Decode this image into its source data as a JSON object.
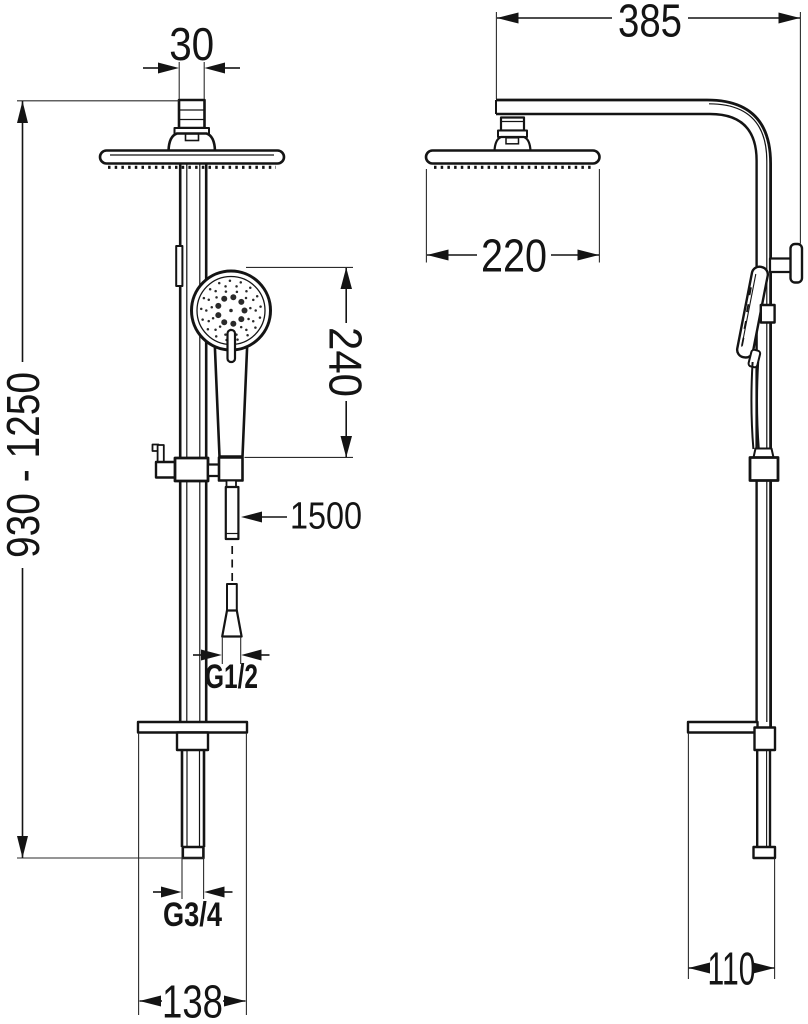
{
  "diagram": {
    "title": "shower-column-dimension-drawing",
    "front_view": {
      "dims": {
        "top_width": "30",
        "height_range": "930 - 1250",
        "hand_shower_length": "240",
        "hose_length": "1500",
        "hose_thread": "G1/2",
        "inlet_thread": "G3/4",
        "base_width": "138"
      }
    },
    "side_view": {
      "dims": {
        "arm_depth": "385",
        "head_diameter": "220",
        "base_depth": "110"
      }
    },
    "colors": {
      "line": "#141414",
      "background": "#ffffff"
    }
  }
}
